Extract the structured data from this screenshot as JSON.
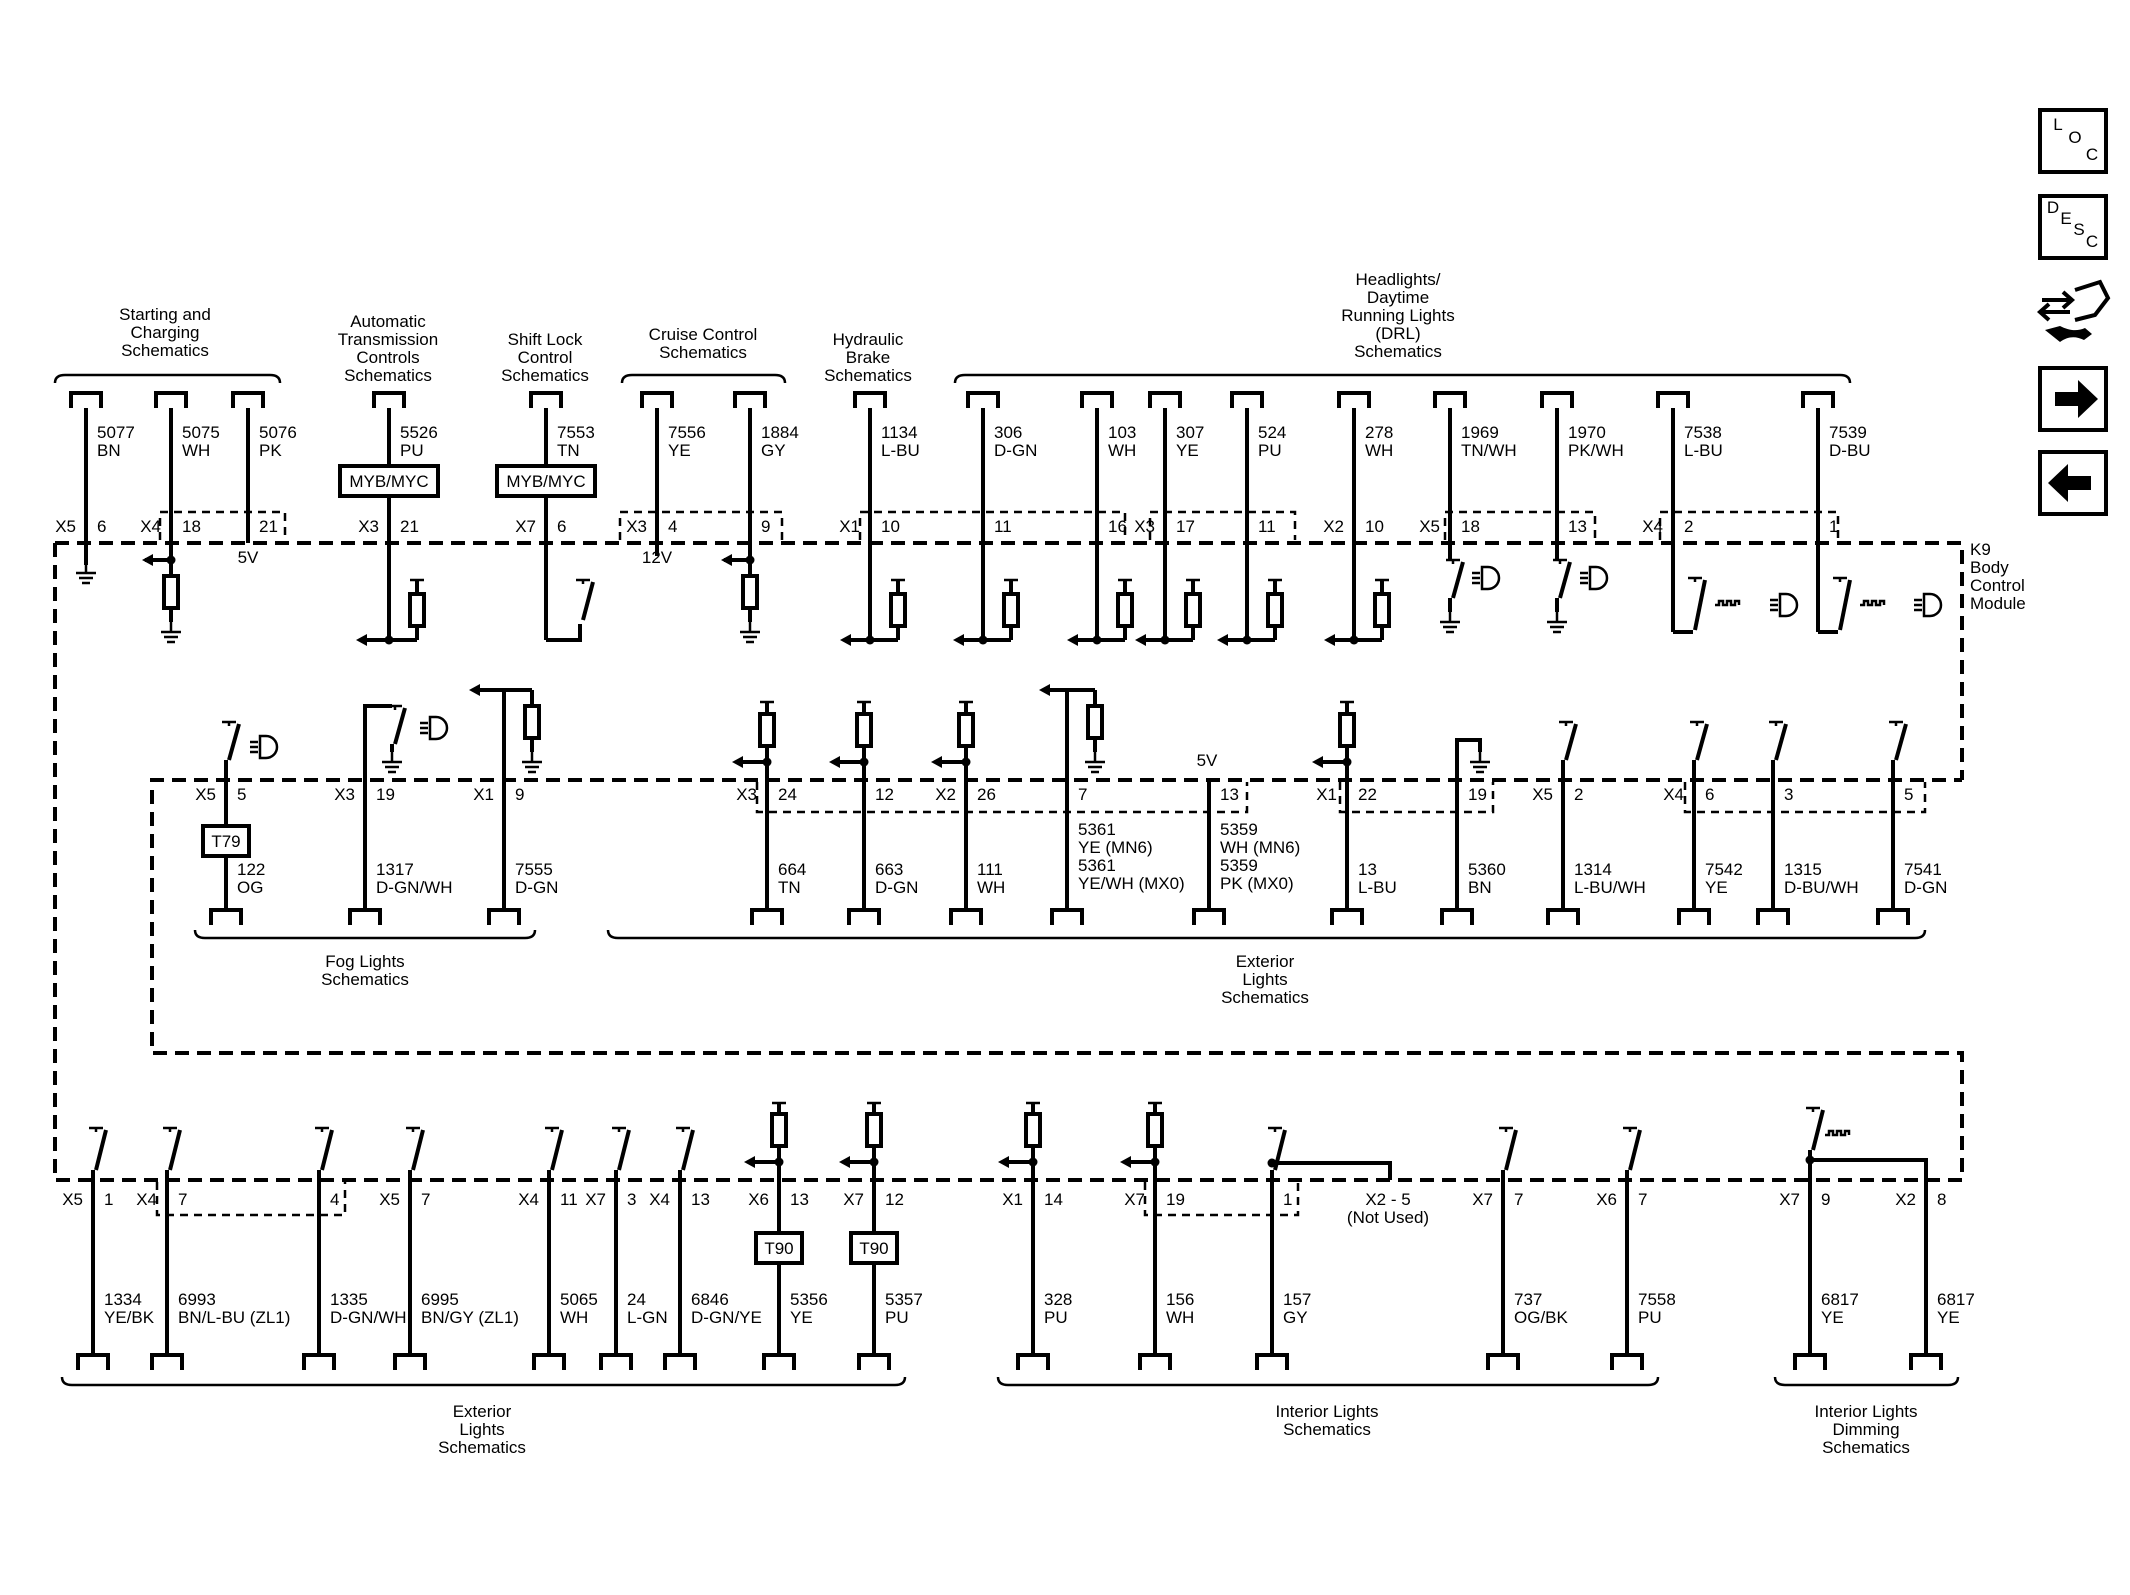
{
  "module": {
    "lines": [
      "K9",
      "Body",
      "Control",
      "Module"
    ]
  },
  "nav": {
    "loc": "LOC",
    "desc": "DESC"
  },
  "groups": [
    {
      "lines": [
        "Starting and",
        "Charging",
        "Schematics"
      ]
    },
    {
      "lines": [
        "Automatic",
        "Transmission",
        "Controls",
        "Schematics"
      ]
    },
    {
      "lines": [
        "Shift Lock",
        "Control",
        "Schematics"
      ]
    },
    {
      "lines": [
        "Cruise Control",
        "Schematics"
      ]
    },
    {
      "lines": [
        "Hydraulic",
        "Brake",
        "Schematics"
      ]
    },
    {
      "lines": [
        "Headlights/",
        "Daytime",
        "Running Lights",
        "(DRL)",
        "Schematics"
      ]
    },
    {
      "lines": [
        "Fog Lights",
        "Schematics"
      ]
    },
    {
      "lines": [
        "Exterior",
        "Lights",
        "Schematics"
      ]
    },
    {
      "lines": [
        "Exterior",
        "Lights",
        "Schematics"
      ]
    },
    {
      "lines": [
        "Interior Lights",
        "Schematics"
      ]
    },
    {
      "lines": [
        "Interior Lights",
        "Dimming",
        "Schematics"
      ]
    }
  ],
  "top_wires": [
    {
      "circuit": "5077",
      "color": "BN",
      "connector": "X5",
      "pin": "6"
    },
    {
      "circuit": "5075",
      "color": "WH",
      "connector": "X4",
      "pin": "18"
    },
    {
      "circuit": "5076",
      "color": "PK",
      "connector": "",
      "pin": "21",
      "note": "5V"
    },
    {
      "circuit": "5526",
      "color": "PU",
      "connector": "X3",
      "pin": "21",
      "component": "MYB/MYC"
    },
    {
      "circuit": "7553",
      "color": "TN",
      "connector": "X7",
      "pin": "6",
      "component": "MYB/MYC"
    },
    {
      "circuit": "7556",
      "color": "YE",
      "connector": "X3",
      "pin": "4",
      "note": "12V"
    },
    {
      "circuit": "1884",
      "color": "GY",
      "connector": "",
      "pin": "9"
    },
    {
      "circuit": "1134",
      "color": "L-BU",
      "connector": "X1",
      "pin": "10"
    },
    {
      "circuit": "306",
      "color": "D-GN",
      "connector": "",
      "pin": "11"
    },
    {
      "circuit": "103",
      "color": "WH",
      "connector": "",
      "pin": "16"
    },
    {
      "circuit": "307",
      "color": "YE",
      "connector": "X3",
      "pin": "17"
    },
    {
      "circuit": "524",
      "color": "PU",
      "connector": "",
      "pin": "11"
    },
    {
      "circuit": "278",
      "color": "WH",
      "connector": "X2",
      "pin": "10"
    },
    {
      "circuit": "1969",
      "color": "TN/WH",
      "connector": "X5",
      "pin": "18"
    },
    {
      "circuit": "1970",
      "color": "PK/WH",
      "connector": "",
      "pin": "13"
    },
    {
      "circuit": "7538",
      "color": "L-BU",
      "connector": "X4",
      "pin": "2"
    },
    {
      "circuit": "7539",
      "color": "D-BU",
      "connector": "",
      "pin": "1"
    }
  ],
  "mid_wires": [
    {
      "circuit": "122",
      "color": "OG",
      "connector": "X5",
      "pin": "5",
      "component": "T79"
    },
    {
      "circuit": "1317",
      "color": "D-GN/WH",
      "connector": "X3",
      "pin": "19"
    },
    {
      "circuit": "7555",
      "color": "D-GN",
      "connector": "X1",
      "pin": "9"
    },
    {
      "circuit": "664",
      "color": "TN",
      "connector": "X3",
      "pin": "24"
    },
    {
      "circuit": "663",
      "color": "D-GN",
      "connector": "",
      "pin": "12"
    },
    {
      "circuit": "111",
      "color": "WH",
      "connector": "X2",
      "pin": "26"
    },
    {
      "circuit": "",
      "color": "",
      "connector": "",
      "pin": "7",
      "alt": [
        "5361",
        "YE (MN6)",
        "5361",
        "YE/WH (MX0)"
      ]
    },
    {
      "circuit": "",
      "color": "",
      "connector": "",
      "pin": "13",
      "note": "5V",
      "alt": [
        "5359",
        "WH (MN6)",
        "5359",
        "PK (MX0)"
      ]
    },
    {
      "circuit": "13",
      "color": "L-BU",
      "connector": "X1",
      "pin": "22"
    },
    {
      "circuit": "5360",
      "color": "BN",
      "connector": "",
      "pin": "19"
    },
    {
      "circuit": "1314",
      "color": "L-BU/WH",
      "connector": "X5",
      "pin": "2"
    },
    {
      "circuit": "7542",
      "color": "YE",
      "connector": "X4",
      "pin": "6"
    },
    {
      "circuit": "1315",
      "color": "D-BU/WH",
      "connector": "",
      "pin": "3"
    },
    {
      "circuit": "7541",
      "color": "D-GN",
      "connector": "",
      "pin": "5"
    }
  ],
  "bot_wires": [
    {
      "circuit": "1334",
      "color": "YE/BK",
      "connector": "X5",
      "pin": "1"
    },
    {
      "circuit": "6993",
      "color": "BN/L-BU (ZL1)",
      "connector": "X4",
      "pin": "7"
    },
    {
      "circuit": "1335",
      "color": "D-GN/WH",
      "connector": "",
      "pin": "4"
    },
    {
      "circuit": "6995",
      "color": "BN/GY (ZL1)",
      "connector": "X5",
      "pin": "7"
    },
    {
      "circuit": "5065",
      "color": "WH",
      "connector": "X4",
      "pin": "11"
    },
    {
      "circuit": "24",
      "color": "L-GN",
      "connector": "X7",
      "pin": "3"
    },
    {
      "circuit": "6846",
      "color": "D-GN/YE",
      "connector": "X4",
      "pin": "13"
    },
    {
      "circuit": "5356",
      "color": "YE",
      "connector": "X6",
      "pin": "13",
      "component": "T90"
    },
    {
      "circuit": "5357",
      "color": "PU",
      "connector": "X7",
      "pin": "12",
      "component": "T90"
    },
    {
      "circuit": "328",
      "color": "PU",
      "connector": "X1",
      "pin": "14"
    },
    {
      "circuit": "156",
      "color": "WH",
      "connector": "X7",
      "pin": "19"
    },
    {
      "circuit": "157",
      "color": "GY",
      "connector": "",
      "pin": "1"
    },
    {
      "circuit": "737",
      "color": "OG/BK",
      "connector": "X7",
      "pin": "7"
    },
    {
      "circuit": "7558",
      "color": "PU",
      "connector": "X6",
      "pin": "7"
    },
    {
      "circuit": "6817",
      "color": "YE",
      "connector": "X7",
      "pin": "9"
    },
    {
      "circuit": "6817",
      "color": "YE",
      "connector": "X2",
      "pin": "8"
    }
  ],
  "not_used": {
    "pin": "X2 - 5",
    "label": "(Not Used)"
  }
}
